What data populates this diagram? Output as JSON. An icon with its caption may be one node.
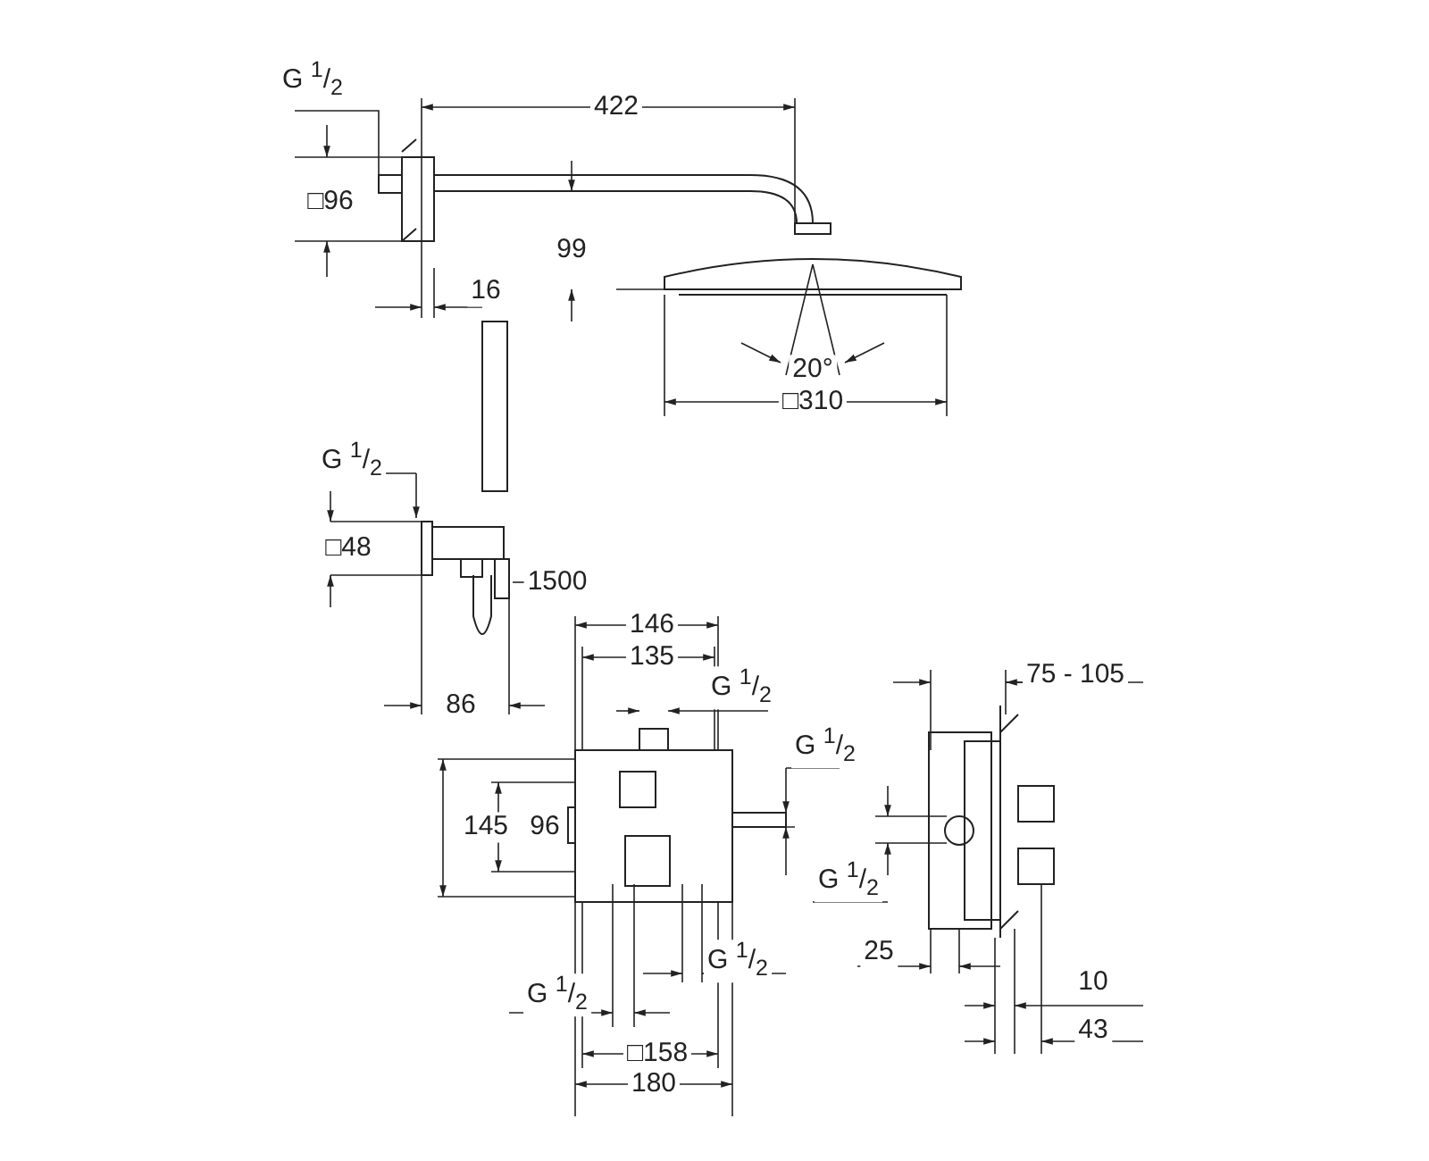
{
  "diagram": {
    "labels": [
      "G $^{1}$/$_{2}$",
      "422",
      "□96",
      "99",
      "16",
      "20°",
      "□310",
      "G $^{1}$/$_{2}$",
      "□48",
      "1500",
      "146",
      "135",
      "75 - 105",
      "G $^{1}$/$_{2}$",
      "86",
      "G $^{1}$/$_{2}$",
      "145",
      "96",
      "G $^{1}$/$_{2}$",
      "25",
      "G $^{1}$/$_{2}$",
      "10",
      "G $^{1}$/$_{2}$",
      "43",
      "□158",
      "180"
    ]
  }
}
